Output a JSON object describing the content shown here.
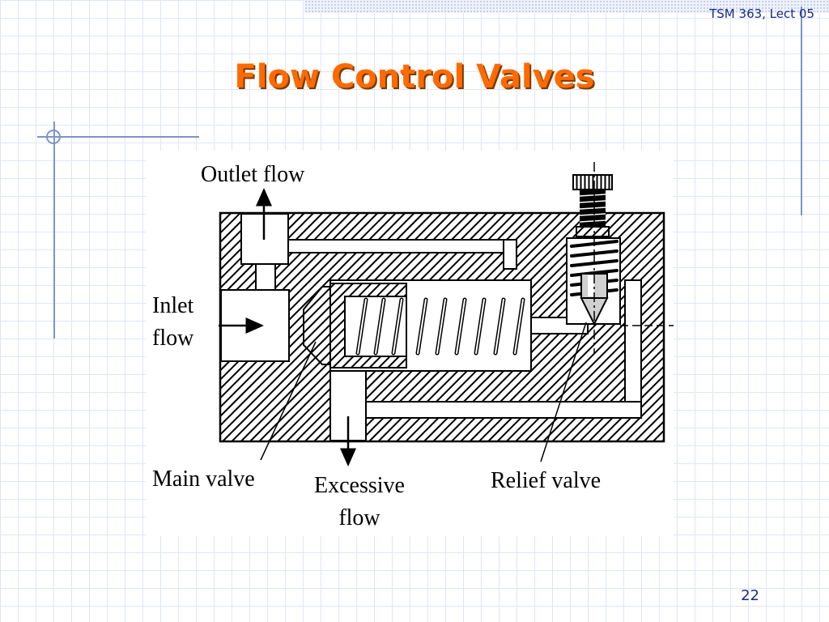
{
  "header": {
    "course_label": "TSM 363, Lect 05"
  },
  "slide": {
    "title": "Flow Control Valves",
    "page_number": "22"
  },
  "diagram": {
    "labels": {
      "outlet_flow": "Outlet flow",
      "inlet_line1": "Inlet",
      "inlet_line2": "flow",
      "main_valve": "Main valve",
      "excessive_line1": "Excessive",
      "excessive_line2": "flow",
      "relief_valve": "Relief valve"
    }
  },
  "colors": {
    "title": "#ff6a00",
    "header_text": "#1e2a8a",
    "grid": "#dfe6f4"
  }
}
